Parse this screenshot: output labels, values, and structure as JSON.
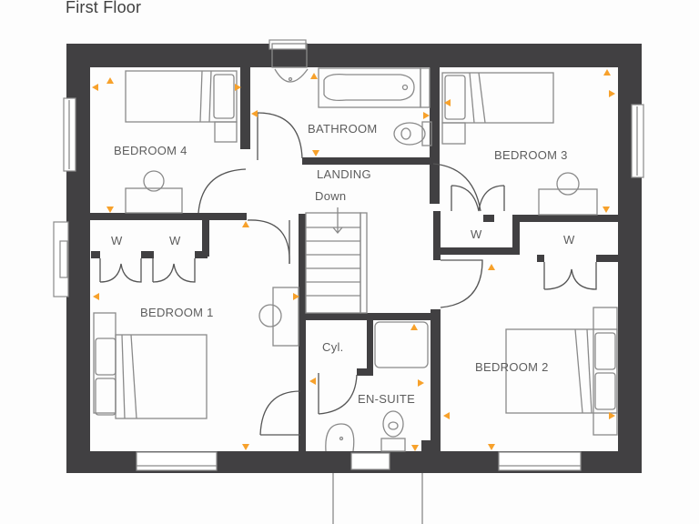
{
  "plan": {
    "title": "First Floor",
    "colors": {
      "wall": "#414042",
      "fixture_line": "#8a8a8a",
      "socket_marker": "#f7a12b",
      "background": "#ffffff"
    }
  },
  "rooms": {
    "bedroom4": "BEDROOM 4",
    "bathroom": "BATHROOM",
    "bedroom3": "BEDROOM 3",
    "landing": "LANDING",
    "stairs_direction": "Down",
    "wardrobe_b1_left": "W",
    "wardrobe_b1_right": "W",
    "wardrobe_b3": "W",
    "wardrobe_b2": "W",
    "bedroom1": "BEDROOM 1",
    "cylinder": "Cyl.",
    "ensuite": "EN-SUITE",
    "bedroom2": "BEDROOM 2"
  },
  "icons": {
    "socket_marker": "orange-triangle",
    "door": "quarter-arc",
    "window": "double-line-frame",
    "stairs_arrow": "down-arrow"
  }
}
